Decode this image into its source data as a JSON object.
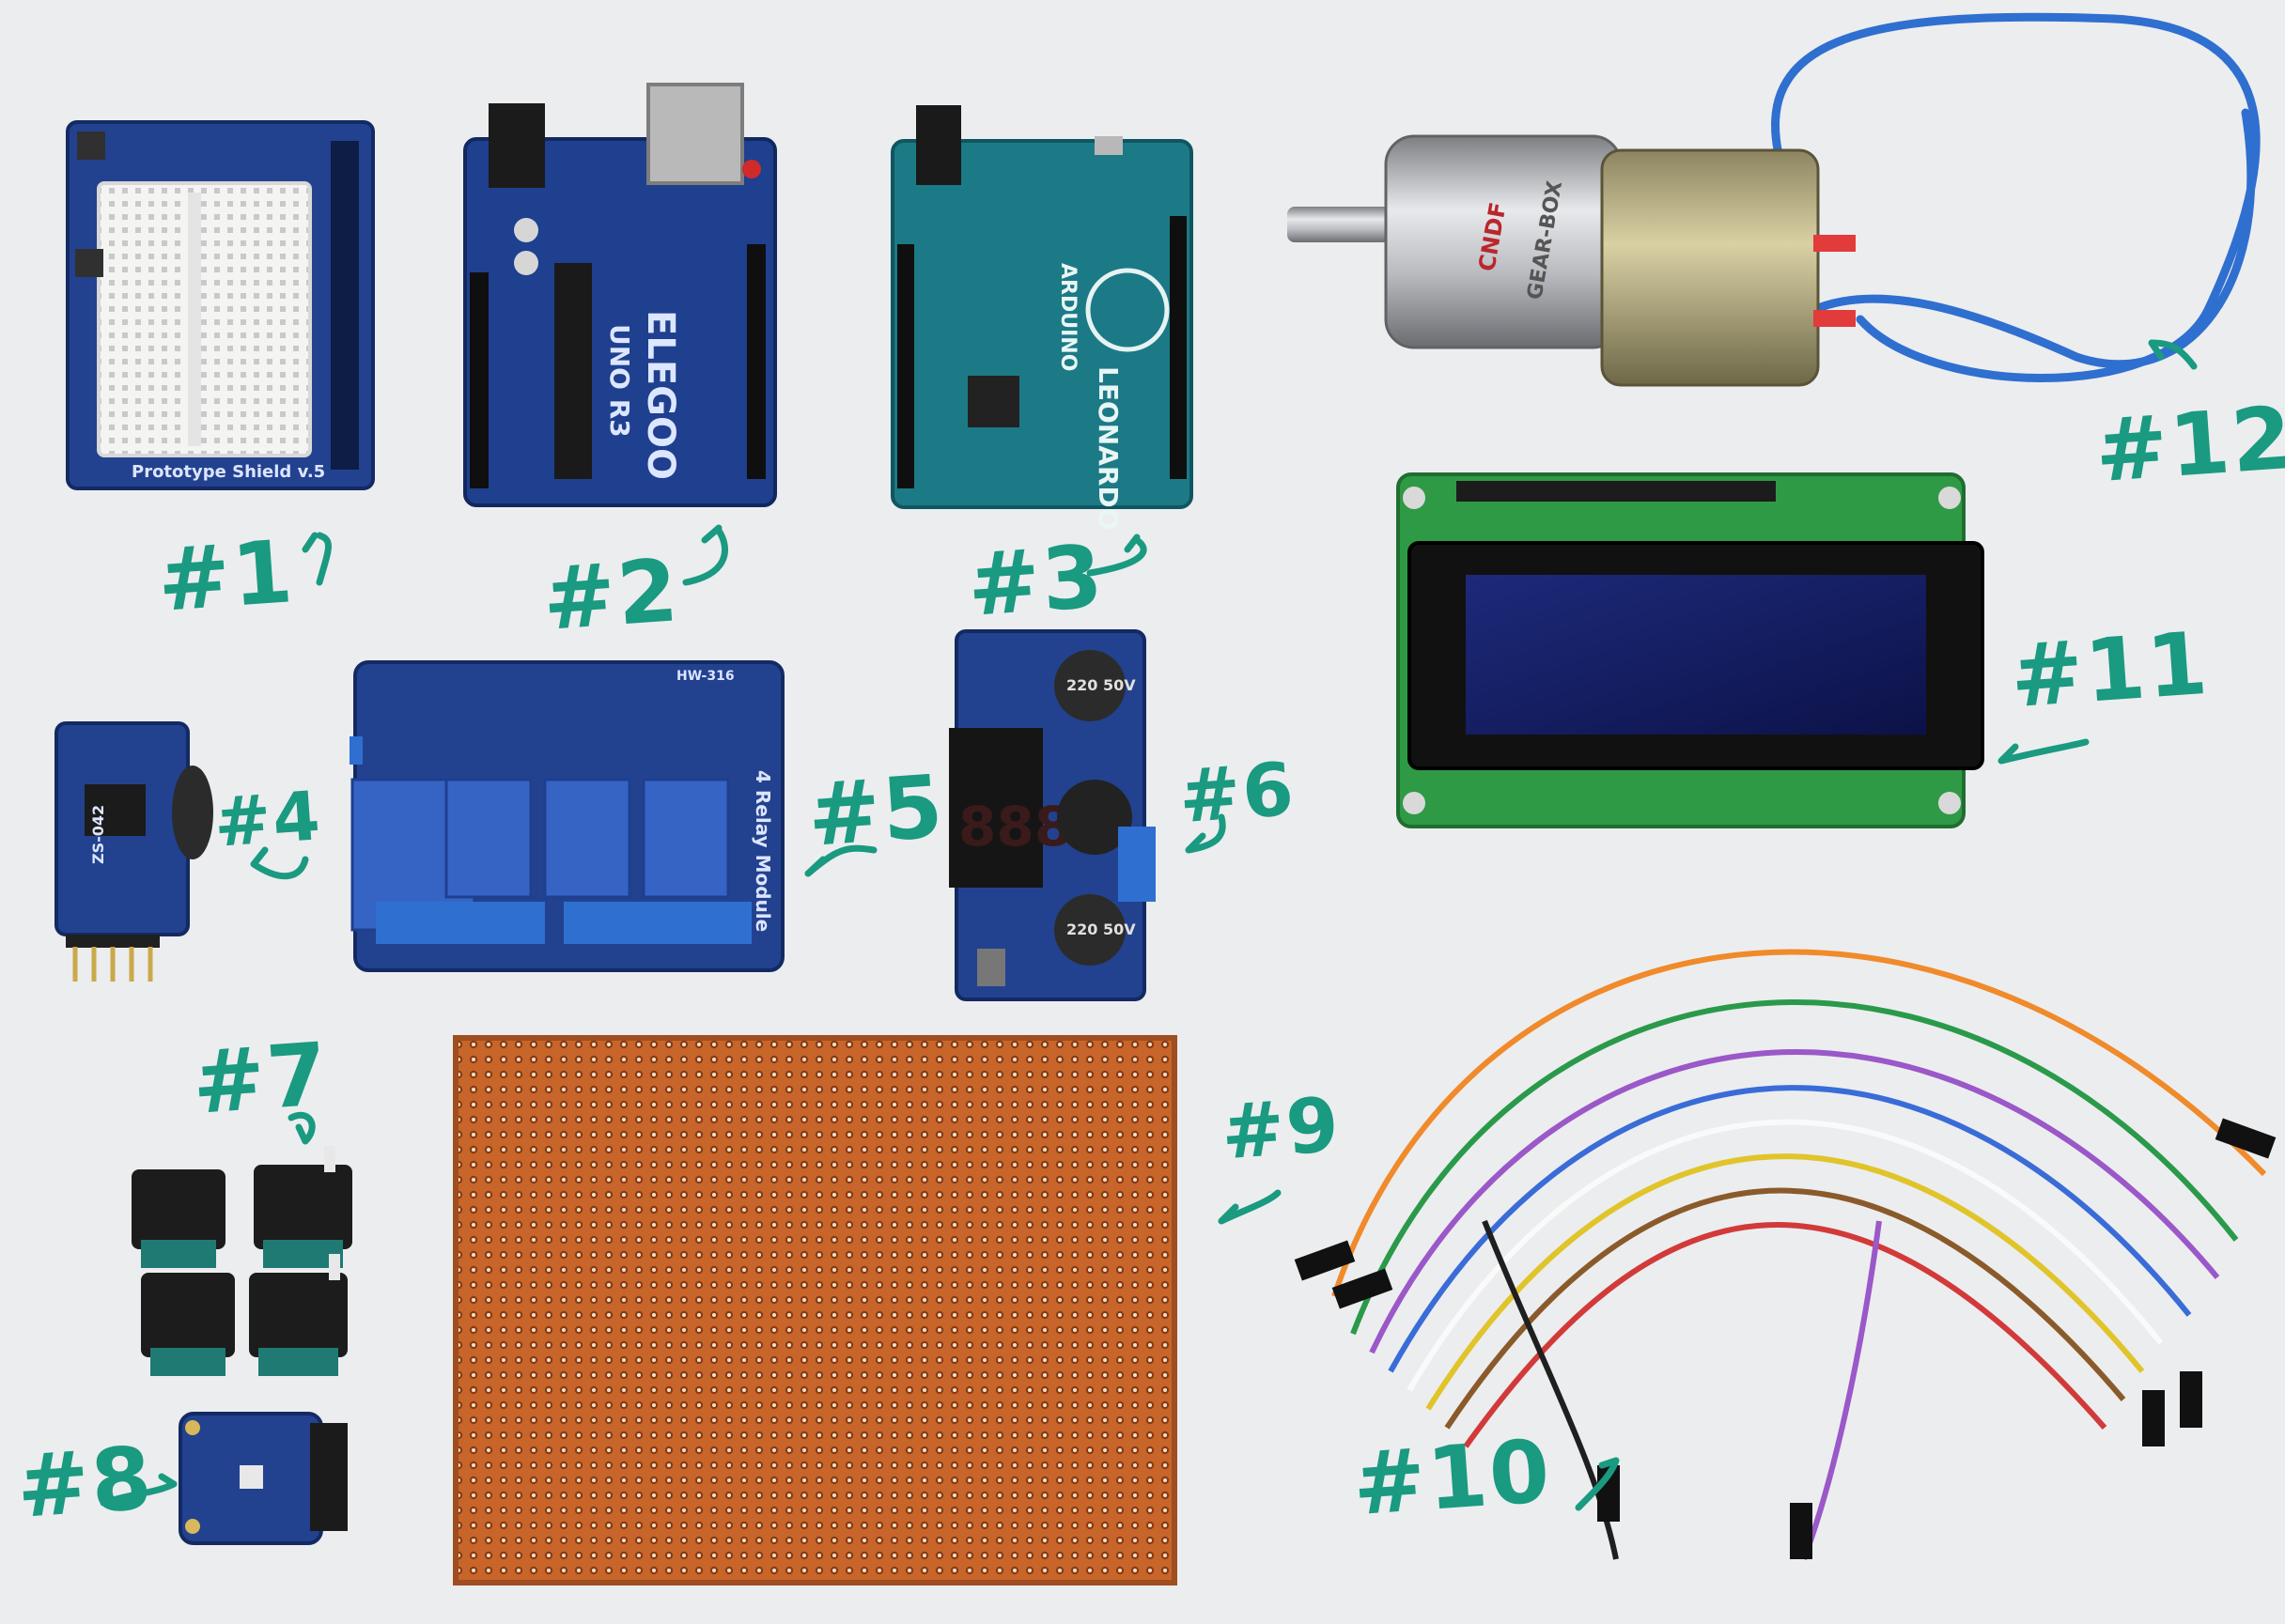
{
  "labels": {
    "l1": "#1",
    "l2": "#2",
    "l3": "#3",
    "l4": "#4",
    "l5": "#5",
    "l6": "#6",
    "l7": "#7",
    "l8": "#8",
    "l9": "#9",
    "l10": "#10",
    "l11": "#11",
    "l12": "#12"
  },
  "board_text": {
    "elegoo": "ELEGOO",
    "uno": "UNO R3",
    "arduino": "ARDUINO",
    "leonardo": "LEONARDO",
    "relay": "4 Relay Module",
    "relay_model": "HW-316",
    "motor_brand": "CNDF",
    "motor_type": "GEAR-BOX",
    "cap1": "220 50V",
    "cap2": "220 50V",
    "seg": "888",
    "proto": "Prototype Shield v.5",
    "rtc": "ZS-042"
  },
  "colors": {
    "label": "#1a9a80",
    "pcb_blue": "#1f3f8f",
    "arduino_teal": "#1c7a86",
    "perfboard": "#c8652a",
    "lcd_green": "#2f9a45",
    "motor_wire": "#2f6fd0"
  }
}
